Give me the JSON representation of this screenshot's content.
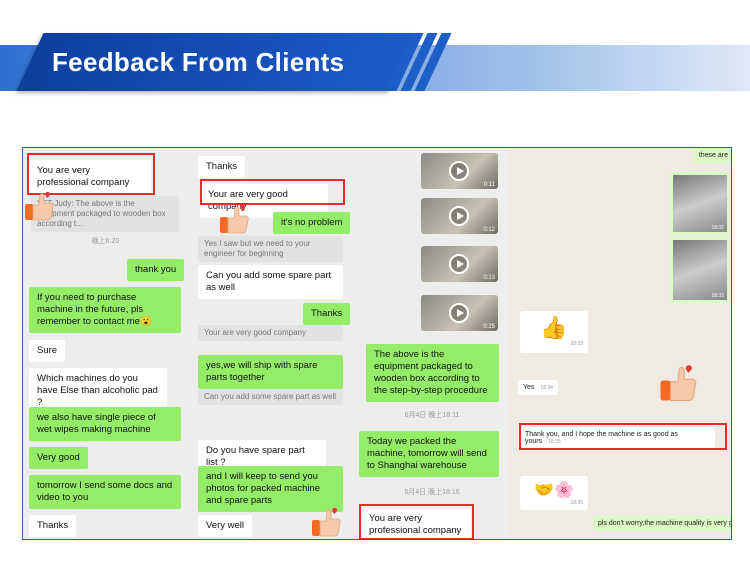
{
  "header": {
    "title": "Feedback From Clients"
  },
  "col1": {
    "m0": "You are very professional company",
    "q0": "YFT-Judy:  The above is the equipment packaged to wooden box according t...",
    "t0": "晚上6:20",
    "m1": "thank you",
    "m2": "If you need to purchase machine in the future, pls remember to contact me😮",
    "m3": "Sure",
    "m4": "Which machines do you have Else than alcoholic pad ?",
    "m5": "we also have single piece of wet wipes making machine",
    "m6": "Very good",
    "m7": "tomorrow I send some docs and video to you",
    "m8": "Thanks"
  },
  "col2": {
    "m0": "Thanks",
    "m1": "Your are very good company",
    "m2": "it's no problem",
    "q0": "Yes I saw but we need to your engineer for beginning",
    "m3": "Can you add some spare part as well",
    "m4": "Thanks",
    "q1": "Your are very good company",
    "m5": "yes,we will ship with spare parts together",
    "q2": "Can you add some spare part as well",
    "m6": "Do you have spare part list ?",
    "m7": "and I will keep to send you photos for packed machine and spare parts",
    "m8": "Very well"
  },
  "col3": {
    "videos": [
      "0:11",
      "0:12",
      "0:13",
      "0:25"
    ],
    "m0": "The above is the equipment packaged to wooden box according to the step-by-step procedure",
    "t0": "6月4日 晚上18:11",
    "m1": "Today we packed the machine, tomorrow will send to Shanghai warehouse",
    "t1": "6月4日 晚上18:16",
    "m2": "You are very professional company"
  },
  "col4": {
    "m0": "these are",
    "p0": "18:32",
    "p1": "18:32",
    "e0": "👍",
    "e0t": "18:33",
    "m1": "Yes",
    "m1t": "18:34",
    "m2": "Thank you, and I hope the machine is as good as yours",
    "m2t": "18:35",
    "e1": "🤝🌸",
    "e1t": "18:35",
    "m3": "pls don't worry,the machine quality is very good, about the machine operation,you can contact"
  }
}
